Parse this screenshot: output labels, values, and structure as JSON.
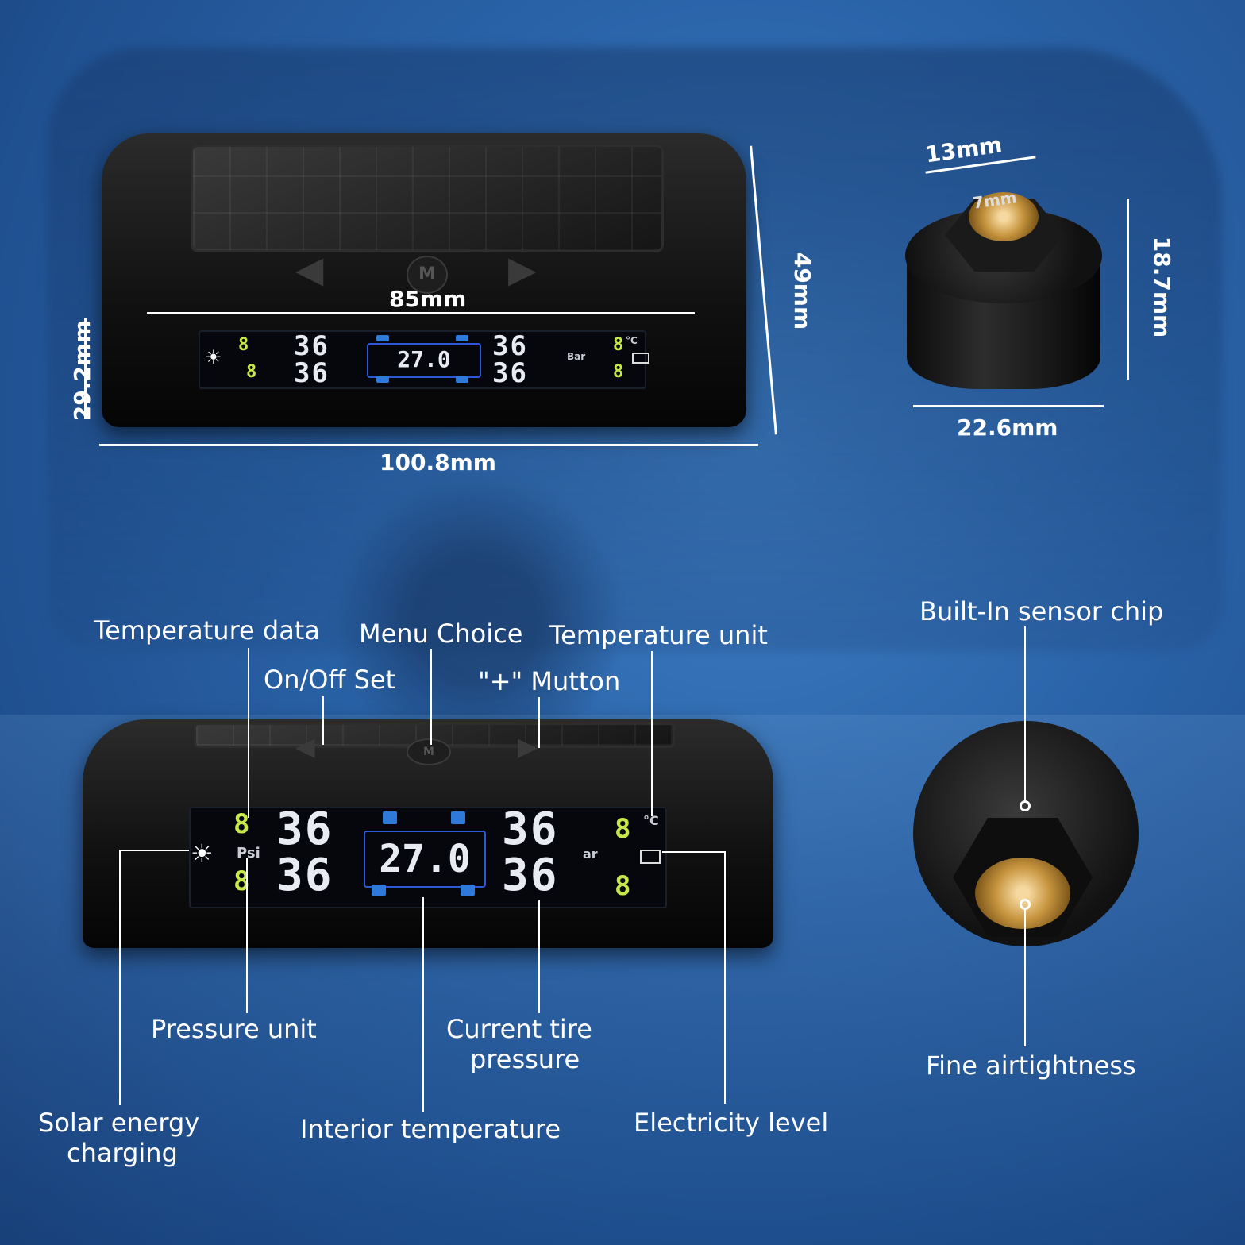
{
  "dimensions": {
    "monitor_inner_width": "85mm",
    "monitor_height": "49mm",
    "monitor_screen_height": "29.2mm",
    "monitor_total_width": "100.8mm",
    "sensor_top_width": "13mm",
    "sensor_hex": "7mm",
    "sensor_height": "18.7mm",
    "sensor_diameter": "22.6mm"
  },
  "display_top": {
    "temp_digit": "8",
    "pressure_left_top": "36",
    "pressure_left_bottom": "36",
    "pressure_right_top": "36",
    "pressure_right_bottom": "36",
    "center_value": "27.0",
    "unit": "Bar",
    "temp_unit": "°C"
  },
  "display_bottom": {
    "temp_digit": "8",
    "pressure_left_top": "36",
    "pressure_left_bottom": "36",
    "pressure_right_top": "36",
    "pressure_right_bottom": "36",
    "center_value": "27.0",
    "pressure_unit": "Psi",
    "right_unit": "ar",
    "temp_unit": "°C"
  },
  "callouts": {
    "temperature_data": "Temperature data",
    "menu_choice": "Menu Choice",
    "temperature_unit": "Temperature unit",
    "on_off_set": "On/Off Set",
    "plus_button": "\"+\" Mutton",
    "pressure_unit": "Pressure unit",
    "current_tire_pressure_1": "Current tire",
    "current_tire_pressure_2": "pressure",
    "solar_charging_1": "Solar energy",
    "solar_charging_2": "charging",
    "interior_temperature": "Interior temperature",
    "electricity_level": "Electricity level",
    "built_in_sensor_chip": "Built-In sensor chip",
    "fine_airtightness": "Fine airtightness"
  },
  "buttons": {
    "left": "◀",
    "menu": "M",
    "right": "▶"
  },
  "colors": {
    "lcd_white": "#e8ecf2",
    "lcd_yellow": "#c7e84a",
    "lcd_blue": "#2f7ad8"
  }
}
